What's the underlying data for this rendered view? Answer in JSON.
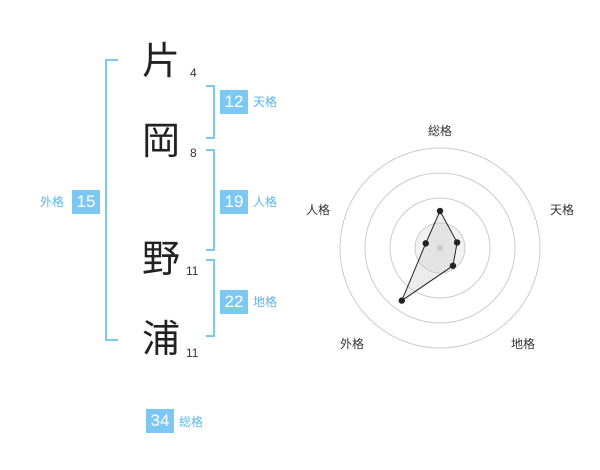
{
  "chars": [
    {
      "char": "片",
      "strokes": "4"
    },
    {
      "char": "岡",
      "strokes": "8"
    },
    {
      "char": "野",
      "strokes": "11"
    },
    {
      "char": "浦",
      "strokes": "11"
    }
  ],
  "fortunes": {
    "tenkaku": {
      "value": "12",
      "label": "天格"
    },
    "jinkaku": {
      "value": "19",
      "label": "人格"
    },
    "chikaku": {
      "value": "22",
      "label": "地格"
    },
    "gaikaku": {
      "value": "15",
      "label": "外格"
    },
    "soukaku": {
      "value": "34",
      "label": "総格"
    }
  },
  "colors": {
    "accent": "#7cc8f2",
    "label": "#5ab6ec",
    "bracket": "#7cc8f2"
  },
  "chart_data": {
    "type": "radar",
    "axes": [
      "総格",
      "天格",
      "地格",
      "外格",
      "人格"
    ],
    "values": [
      0.37,
      0.18,
      0.22,
      0.65,
      0.15
    ],
    "rings": 4
  }
}
